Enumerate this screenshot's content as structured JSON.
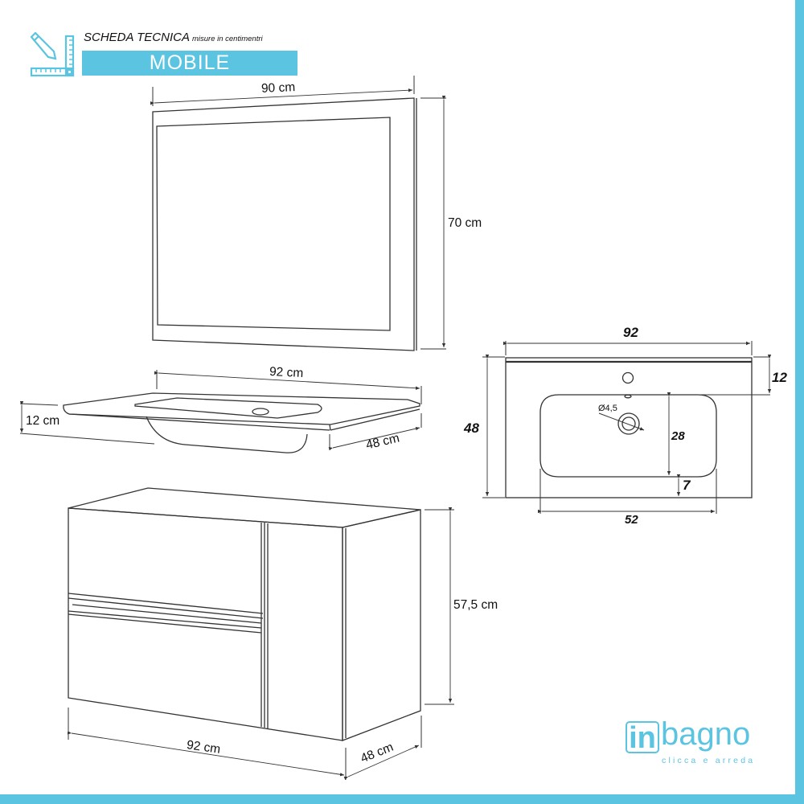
{
  "colors": {
    "accent": "#5bc4e0",
    "line": "#333333",
    "text": "#111111"
  },
  "header": {
    "icon": "pencil-ruler-icon",
    "title": "SCHEDA TECNICA",
    "subtitle": "misure in centimentri",
    "band_label": "MOBILE"
  },
  "mirror": {
    "width_label": "90 cm",
    "height_label": "70 cm"
  },
  "washbasin_3d": {
    "width_label": "92 cm",
    "height_label": "12 cm",
    "depth_label": "48 cm"
  },
  "washbasin_plan": {
    "width": "92",
    "depth": "48",
    "back_offset": "12",
    "bowl_depth": "28",
    "front_offset": "7",
    "bowl_width": "52",
    "drain_diameter": "Ø4,5"
  },
  "cabinet": {
    "width_label": "92 cm",
    "height_label": "57,5 cm",
    "depth_label": "48 cm"
  },
  "logo": {
    "prefix": "in",
    "word": "bagno",
    "tagline": "clicca e arreda"
  }
}
